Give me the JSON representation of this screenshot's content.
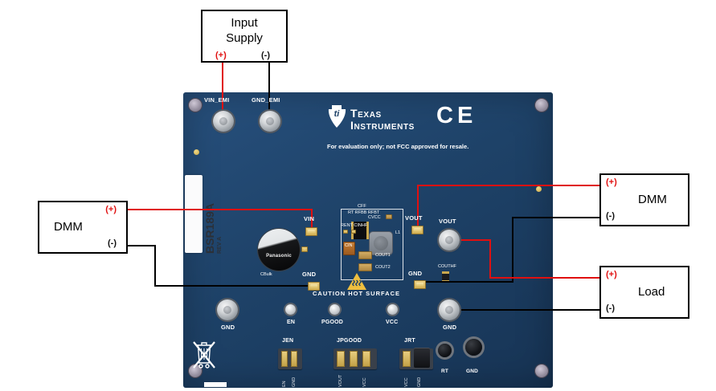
{
  "colors": {
    "wire_positive": "#e01010",
    "wire_negative": "#000000",
    "board": "#1e4268",
    "pad_gold": "#d2b054"
  },
  "boxes": {
    "input_supply": {
      "label": "Input Supply",
      "plus": "(+)",
      "minus": "(-)"
    },
    "dmm_left": {
      "label": "DMM",
      "plus": "(+)",
      "minus": "(-)"
    },
    "dmm_right": {
      "label": "DMM",
      "plus": "(+)",
      "minus": "(-)"
    },
    "load": {
      "label": "Load",
      "plus": "(+)",
      "minus": "(-)"
    }
  },
  "board": {
    "logo": {
      "maker_line1": "Texas",
      "maker_line2": "Instruments",
      "bug": "ti"
    },
    "ce_mark": "CE",
    "disclaimer": "For evaluation only; not FCC approved for resale.",
    "sticker": {
      "model": "BSR189A",
      "rev": "REV A"
    },
    "connectors": {
      "vin_emi": "VIN_EMI",
      "gnd_emi": "GND_EMI",
      "gnd_left": "GND",
      "vout": "VOUT",
      "gnd_out": "GND"
    },
    "pads": {
      "vin": "VIN",
      "gnd_left": "GND",
      "vout": "VOUT",
      "gnd_right": "GND"
    },
    "testpoints": {
      "en": "EN",
      "pgood": "PGOOD",
      "vcc": "VCC",
      "rt": "RT",
      "gnd": "GND"
    },
    "silkscreen": {
      "cff": "CFF",
      "rt_rfbb_rfbt": "RT RFBB RFBT",
      "cvcc": "CVCC",
      "rent_cinhf": "RENT CINHF",
      "cin": "CIN",
      "cout1": "COUT1",
      "cout2": "COUT2",
      "couthf": "COUTHF",
      "l1": "L1",
      "cbulk": "CBulk"
    },
    "cap_brand": "Panasonic",
    "warning": "CAUTION HOT SURFACE",
    "jumpers": {
      "jen": {
        "label": "JEN",
        "pins": [
          "EN",
          "GND"
        ]
      },
      "jpgood": {
        "label": "JPGOOD",
        "pins": [
          "VOUT",
          "VCC"
        ]
      },
      "jrt": {
        "label": "JRT",
        "pins": [
          "VCC",
          "GND"
        ]
      }
    }
  }
}
